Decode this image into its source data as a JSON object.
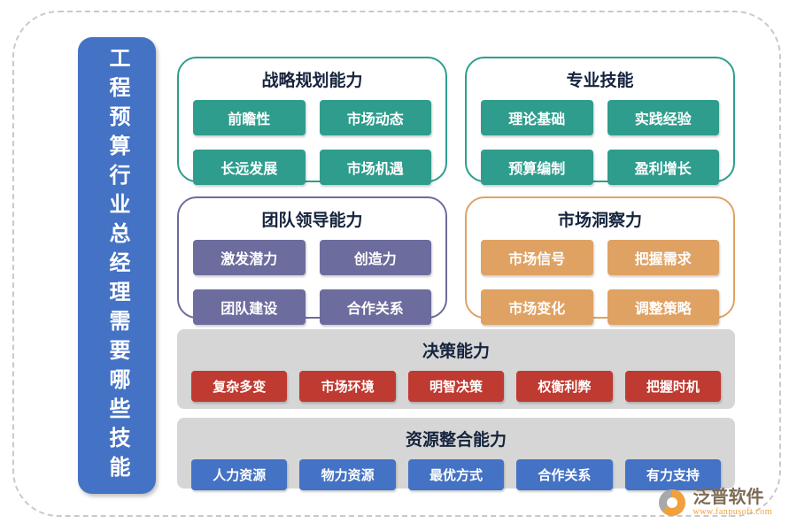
{
  "sidebar": {
    "title": "工程预算行业总经理需要哪些技能"
  },
  "panels": [
    {
      "title": "战略规划能力",
      "items": [
        "前瞻性",
        "市场动态",
        "长远发展",
        "市场机遇"
      ]
    },
    {
      "title": "专业技能",
      "items": [
        "理论基础",
        "实践经验",
        "预算编制",
        "盈利增长"
      ]
    },
    {
      "title": "团队领导能力",
      "items": [
        "激发潜力",
        "创造力",
        "团队建设",
        "合作关系"
      ]
    },
    {
      "title": "市场洞察力",
      "items": [
        "市场信号",
        "把握需求",
        "市场变化",
        "调整策略"
      ]
    },
    {
      "title": "决策能力",
      "items": [
        "复杂多变",
        "市场环境",
        "明智决策",
        "权衡利弊",
        "把握时机"
      ]
    },
    {
      "title": "资源整合能力",
      "items": [
        "人力资源",
        "物力资源",
        "最优方式",
        "合作关系",
        "有力支持"
      ]
    }
  ],
  "colors": {
    "blue": "#4472c4",
    "teal": "#2e9d8d",
    "purple": "#6c6c9e",
    "orange": "#dfa263",
    "red": "#bf3a31",
    "title": "#16243e"
  },
  "footer": {
    "brand": "泛普软件",
    "url": "www.fanpusoft.com"
  }
}
